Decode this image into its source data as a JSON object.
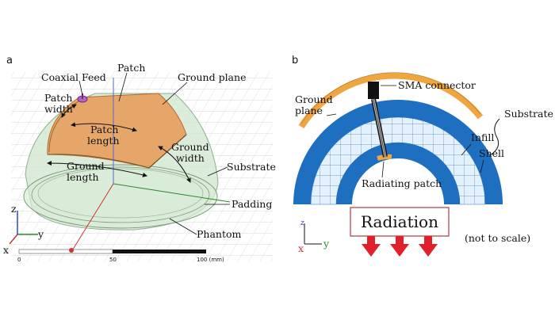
{
  "panel_a": {
    "label": "a",
    "labels": {
      "coaxial_feed": "Coaxial Feed",
      "patch": "Patch",
      "ground_plane": "Ground plane",
      "patch_width_1": "Patch",
      "patch_width_2": "width",
      "patch_length_1": "Patch",
      "patch_length_2": "length",
      "ground_width_1": "Ground",
      "ground_width_2": "width",
      "ground_length_1": "Ground",
      "ground_length_2": "length",
      "substrate": "Substrate",
      "padding": "Padding",
      "phantom": "Phantom"
    },
    "axes": {
      "z": "z",
      "y": "y",
      "x": "x"
    },
    "scale": {
      "start": "0",
      "mid": "50",
      "end": "100 (mm)"
    }
  },
  "panel_b": {
    "label": "b",
    "labels": {
      "sma_connector": "SMA connector",
      "ground_plane_1": "Ground",
      "ground_plane_2": "plane",
      "substrate": "Substrate",
      "infill": "Infill",
      "shell": "Shell",
      "radiating_patch": "Radiating patch",
      "radiation": "Radiation",
      "not_to_scale": "(not to scale)"
    },
    "axes": {
      "z": "z",
      "y": "y",
      "x": "x"
    }
  },
  "colors": {
    "shell_blue": "#1f6fc0",
    "grid_light": "#dbeeff",
    "ground_orange": "#f0a640",
    "arrow_red": "#e0202a",
    "box_border": "#b43a3a",
    "phantom_green": "#cfe6cf",
    "patch_orange": "#e79a56"
  }
}
